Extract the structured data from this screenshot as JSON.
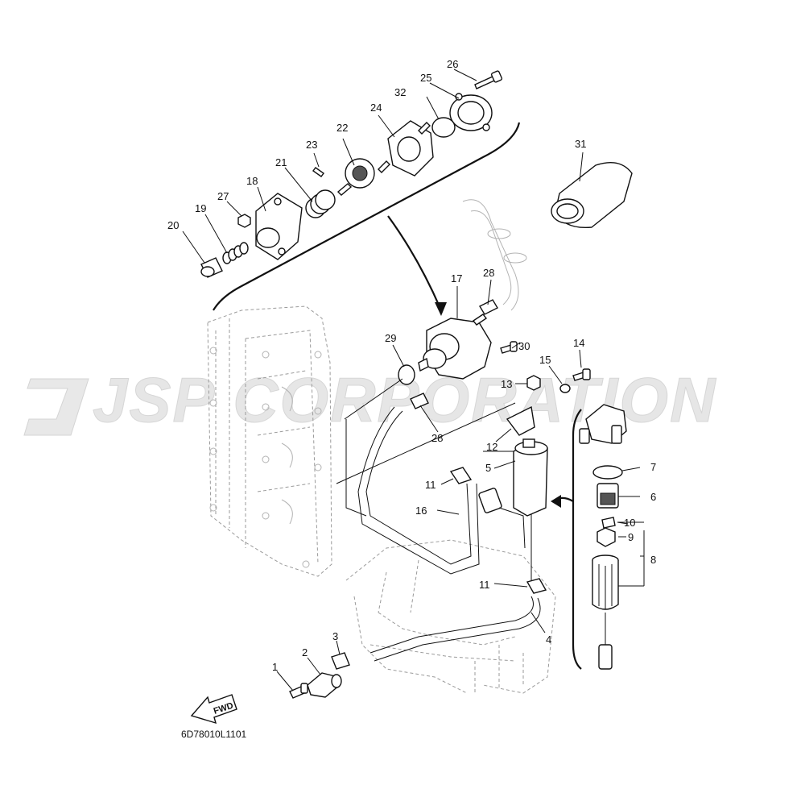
{
  "watermark": "JSP CORPORATION",
  "diagram_code": "6D78010L1101",
  "fwd_label": "FWD",
  "callouts": [
    "1",
    "2",
    "3",
    "4",
    "5",
    "6",
    "7",
    "8",
    "9",
    "10",
    "11",
    "11",
    "12",
    "13",
    "14",
    "15",
    "16",
    "17",
    "18",
    "19",
    "20",
    "21",
    "22",
    "23",
    "24",
    "25",
    "26",
    "27",
    "28",
    "28",
    "29",
    "30",
    "31",
    "32"
  ]
}
